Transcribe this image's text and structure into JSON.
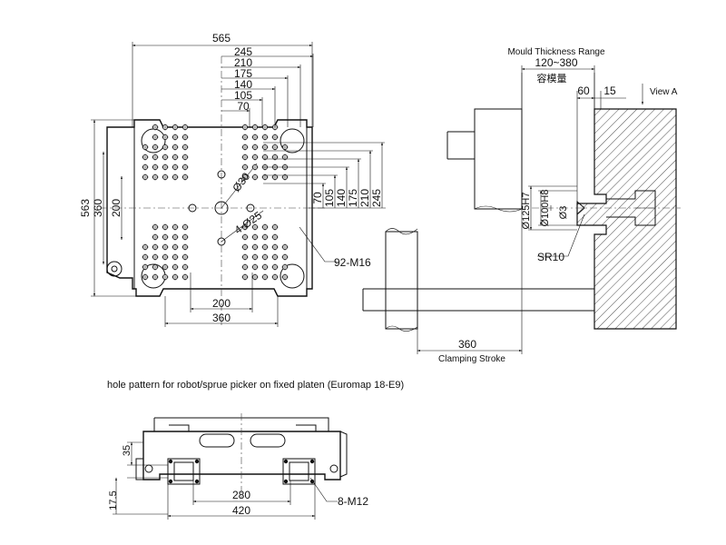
{
  "front_view": {
    "width_label": "565",
    "height_label": "563",
    "h_dims": [
      "245",
      "210",
      "175",
      "140",
      "105",
      "70"
    ],
    "v_dims": [
      "70",
      "105",
      "140",
      "175",
      "210",
      "245"
    ],
    "inner_height_label": "360",
    "inner_height2_label": "200",
    "bottom_dim_200": "200",
    "bottom_dim_360": "360",
    "center_hole_label": "Ø30",
    "holes_label": "4-Ø25",
    "tapped_label": "92-M16"
  },
  "side_view": {
    "mould_thickness_title": "Mould Thickness Range",
    "mould_thickness_value": "120~380",
    "mould_thickness_cn": "容模量",
    "dim_60": "60",
    "dim_15": "15",
    "view_a": "View A",
    "dia_125": "Ø125H7",
    "dia_100": "Ø100H8",
    "dia_3": "Ø3",
    "sr10": "SR10",
    "stroke_value": "360",
    "stroke_label": "Clamping Stroke"
  },
  "caption": "hole pattern for robot/sprue picker on fixed platen (Euromap 18-E9)",
  "bottom_view": {
    "dim_35": "35",
    "dim_17_5": "17.5",
    "dim_280": "280",
    "dim_420": "420",
    "tapped_label": "8-M12"
  }
}
